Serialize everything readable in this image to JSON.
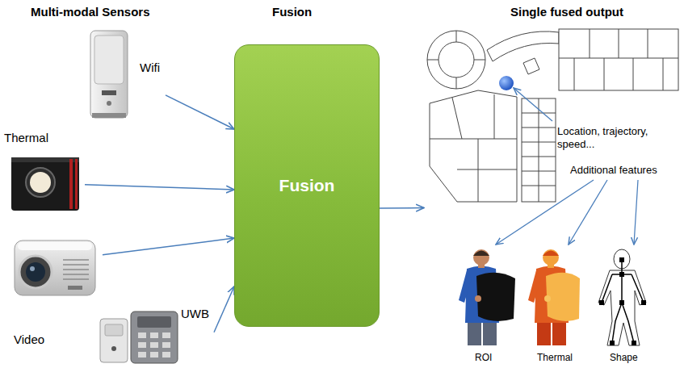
{
  "diagram": {
    "nodes": [
      {
        "text": [
          "Wifi"
        ]
      },
      {
        "text": [
          "Thermal"
        ]
      },
      {
        "text": [
          "Video"
        ]
      },
      {
        "text": [
          "UWB"
        ]
      },
      {
        "text": [
          "Fusion"
        ]
      },
      {
        "text": [
          "Location, trajectory, speed..."
        ]
      },
      {
        "text": [
          "ROI"
        ]
      },
      {
        "text": [
          "Thermal"
        ]
      },
      {
        "text": [
          "Shape"
        ]
      }
    ],
    "edges": [
      {
        "from": 0,
        "to": 4,
        "arrow": "to"
      },
      {
        "from": 1,
        "to": 4,
        "arrow": "to"
      },
      {
        "from": 2,
        "to": 4,
        "arrow": "to"
      },
      {
        "from": 3,
        "to": 4,
        "arrow": "to"
      },
      {
        "from": 4,
        "to": 5,
        "arrow": "to"
      }
    ],
    "labels": [
      "Multi-modal Sensors",
      "Fusion",
      "Single fused output",
      "Additional features"
    ]
  }
}
